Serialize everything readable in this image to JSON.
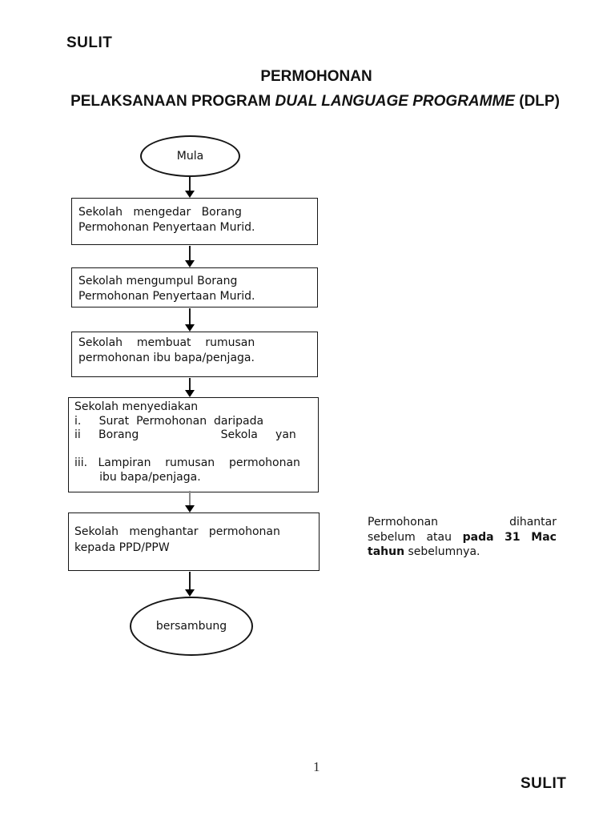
{
  "page": {
    "classification_top": "SULIT",
    "classification_bottom": "SULIT",
    "page_number": "1"
  },
  "title": {
    "line1": "PERMOHONAN",
    "line2_prefix": "PELAKSANAAN PROGRAM ",
    "line2_italic": "DUAL LANGUAGE PROGRAMME",
    "line2_suffix": " (DLP)"
  },
  "flowchart": {
    "start_label": "Mula",
    "end_label": "bersambung",
    "steps": [
      "Sekolah   mengedar   Borang\nPermohonan Penyertaan Murid.",
      "Sekolah mengumpul Borang\nPermohonan Penyertaan Murid.",
      "Sekolah    membuat    rumusan\npermohonan ibu bapa/penjaga.",
      "Sekolah menyediakan\ni.     Surat  Permohonan  daripada\nii     Borang                       Sekola     yan\n\niii.   Lampiran    rumusan    permohonan\n       ibu bapa/penjaga.",
      "Sekolah   menghantar   permohonan\nkepada PPD/PPW"
    ]
  },
  "annotation": {
    "line1": {
      "left": "Permohonan",
      "right": "dihantar"
    },
    "line2": {
      "w1": "sebelum",
      "w2": "atau",
      "w3": "pada",
      "w4": "31",
      "w5": "Mac"
    },
    "line3": {
      "bold": "tahun",
      "rest": " sebelumnya."
    }
  }
}
